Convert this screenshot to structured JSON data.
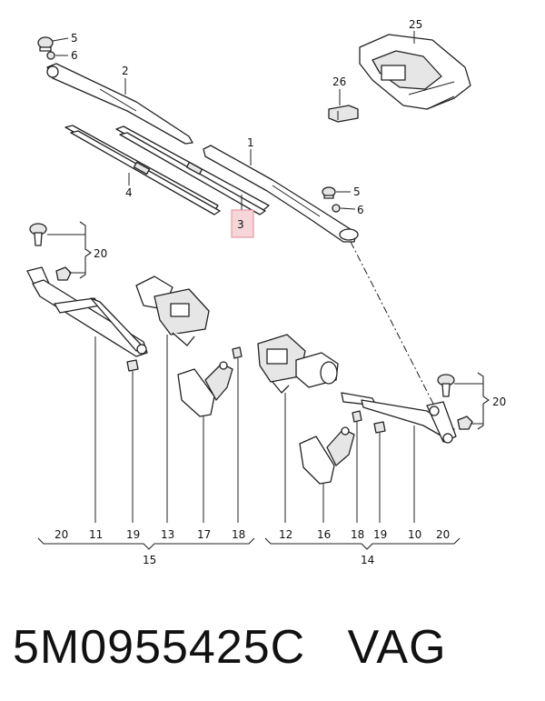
{
  "callouts": {
    "c1": "1",
    "c2": "2",
    "c3": "3",
    "c4": "4",
    "c5a": "5",
    "c6a": "6",
    "c5b": "5",
    "c6b": "6",
    "c20a": "20",
    "c20b": "20",
    "c25": "25",
    "c26": "26"
  },
  "bottom_left": [
    "20",
    "11",
    "19",
    "13",
    "17",
    "18"
  ],
  "bottom_right": [
    "12",
    "16",
    "18",
    "19",
    "10",
    "20"
  ],
  "group_left": "15",
  "group_right": "14",
  "part_number": "5M0955425C",
  "brand": "VAG",
  "colors": {
    "highlight_fill": "#f7d6da",
    "highlight_stroke": "#e08a95"
  }
}
